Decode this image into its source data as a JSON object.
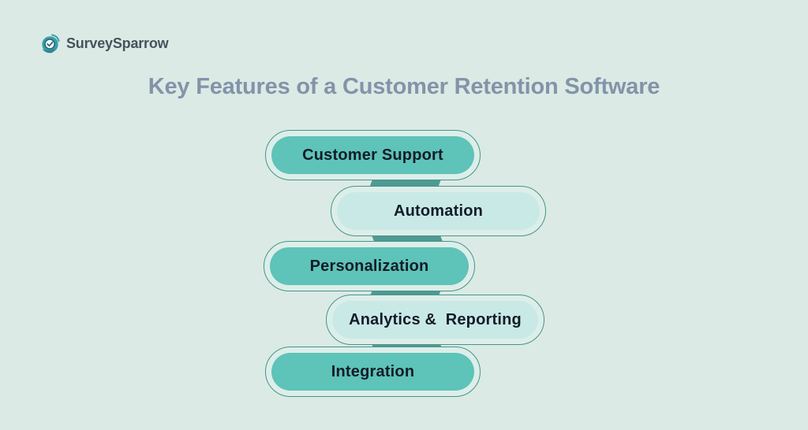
{
  "logo": {
    "text": "SurveySparrow",
    "icon": "surveysparrow-bird-icon"
  },
  "title": "Key Features of a Customer Retention Software",
  "diagram": {
    "items": [
      {
        "label": "Customer Support",
        "variant": "teal"
      },
      {
        "label": "Automation",
        "variant": "light"
      },
      {
        "label": "Personalization",
        "variant": "teal"
      },
      {
        "label": "Analytics &  Reporting",
        "variant": "light"
      },
      {
        "label": "Integration",
        "variant": "teal"
      }
    ]
  },
  "colors": {
    "background": "#dbeae4",
    "pill_teal_fill": "#5ec3b8",
    "pill_light_fill": "#c9e9e6",
    "pill_outline": "#47948c",
    "connector": "#4f9a92",
    "title_text": "#8393a9",
    "pill_text": "#131c28",
    "logo_text": "#47515e",
    "logo_icon": "#35a0aa"
  }
}
